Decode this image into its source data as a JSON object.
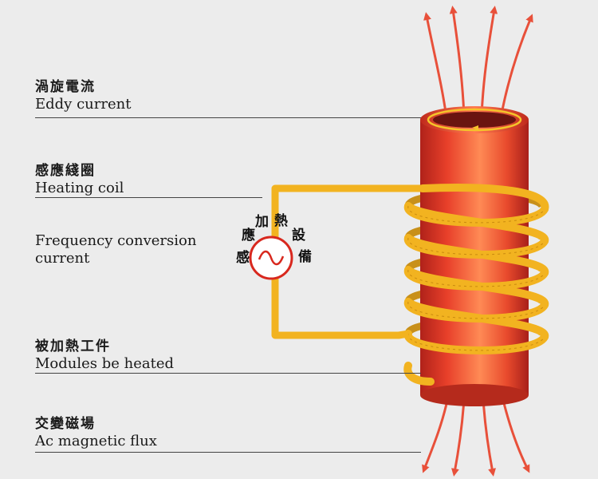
{
  "labels": {
    "eddy": {
      "zh": "渦旋電流",
      "en": "Eddy current"
    },
    "coil": {
      "zh": "感應綫圈",
      "en": "Heating coil"
    },
    "freq": {
      "en_line1": "Frequency conversion",
      "en_line2": "current"
    },
    "module": {
      "zh": "被加熱工件",
      "en": "Modules be heated"
    },
    "flux": {
      "zh": "交變磁場",
      "en": "Ac magnetic flux"
    }
  },
  "device": {
    "chars": [
      "感",
      "應",
      "加",
      "熱",
      "設",
      "備"
    ]
  },
  "colors": {
    "cylinder": "#e8402a",
    "coil": "#f2b320",
    "arrows": "#e8503a",
    "eddy_ring": "#f5c42a"
  }
}
